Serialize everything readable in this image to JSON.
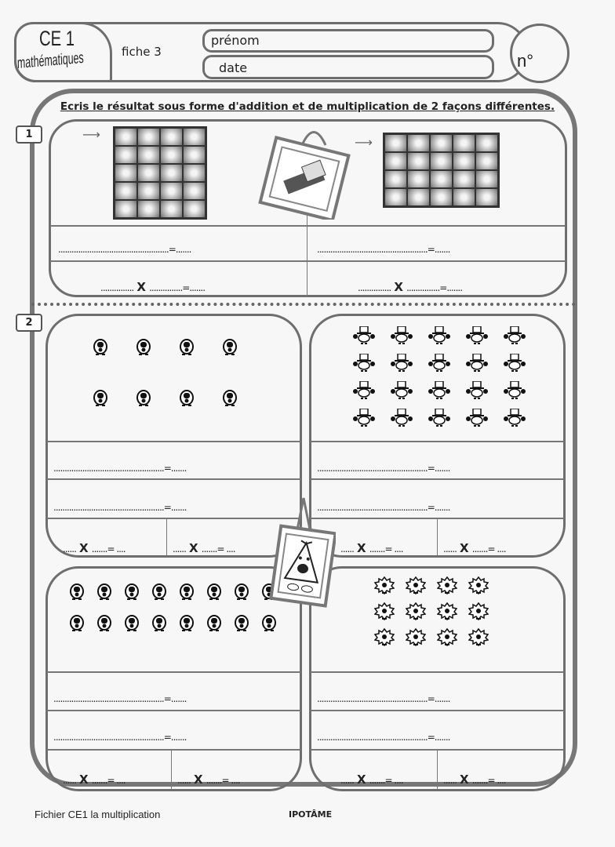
{
  "header": {
    "level": "CE 1",
    "subject": "mathématiques",
    "sheet": "fiche 3",
    "first_name_label": "prénom",
    "date_label": "date",
    "number_label": "n°"
  },
  "instruction": "Ecris le résultat sous forme d'addition et de multiplication de 2 façons différentes.",
  "exercise1": {
    "number": "1",
    "grids": [
      {
        "cols": 4,
        "rows": 5
      },
      {
        "cols": 5,
        "rows": 4
      }
    ],
    "addition_line": "..................................................=.......",
    "mult_left": "...............",
    "mult_x": "X",
    "mult_right": "...............=......."
  },
  "exercise2": {
    "number": "2",
    "panels": [
      {
        "cols": 4,
        "rows": 2,
        "icon": "mr-men-character"
      },
      {
        "cols": 5,
        "rows": 4,
        "icon": "mr-men-hat-character"
      },
      {
        "cols": 8,
        "rows": 2,
        "icon": "mr-men-character"
      },
      {
        "cols": 4,
        "rows": 3,
        "icon": "mr-men-spiky-character"
      }
    ],
    "addition_line": "..................................................=.......",
    "mult_a": "......",
    "mult_x": "X",
    "mult_b": ".......= ...."
  },
  "footer": {
    "left": "Fichier  CE1  la multiplication",
    "center": "IPOTÂME"
  }
}
